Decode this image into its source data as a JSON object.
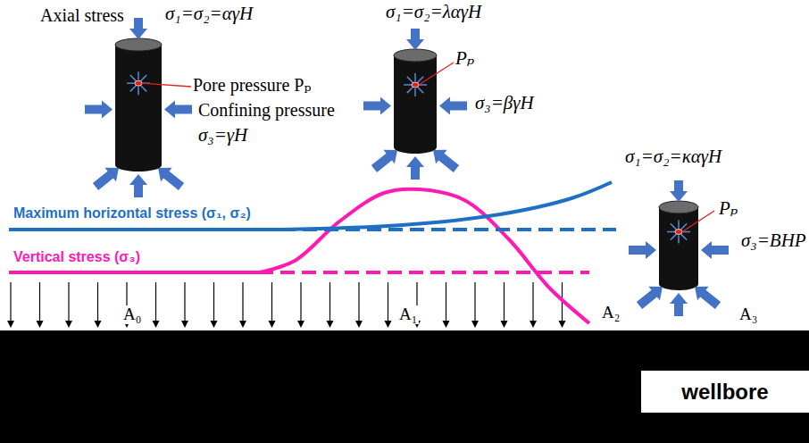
{
  "diagram": {
    "nodes": [
      {
        "text": [
          "wellbore"
        ]
      }
    ],
    "labels": [
      "Axial stress",
      "σ₁=σ₂=αγH",
      "Pore pressure Pₚ",
      "Confining pressure",
      "σ₃=γH",
      "σ₁=σ₂=λαγH",
      "Pₚ",
      "σ₃=βγH",
      "σ₁=σ₂=καγH",
      "Pₚ",
      "σ₃=BHP",
      "Maximum horizontal stress (σ₁, σ₂)",
      "Vertical stress (σ₃)",
      "A₀",
      "A₁",
      "A₂",
      "A₃"
    ]
  }
}
